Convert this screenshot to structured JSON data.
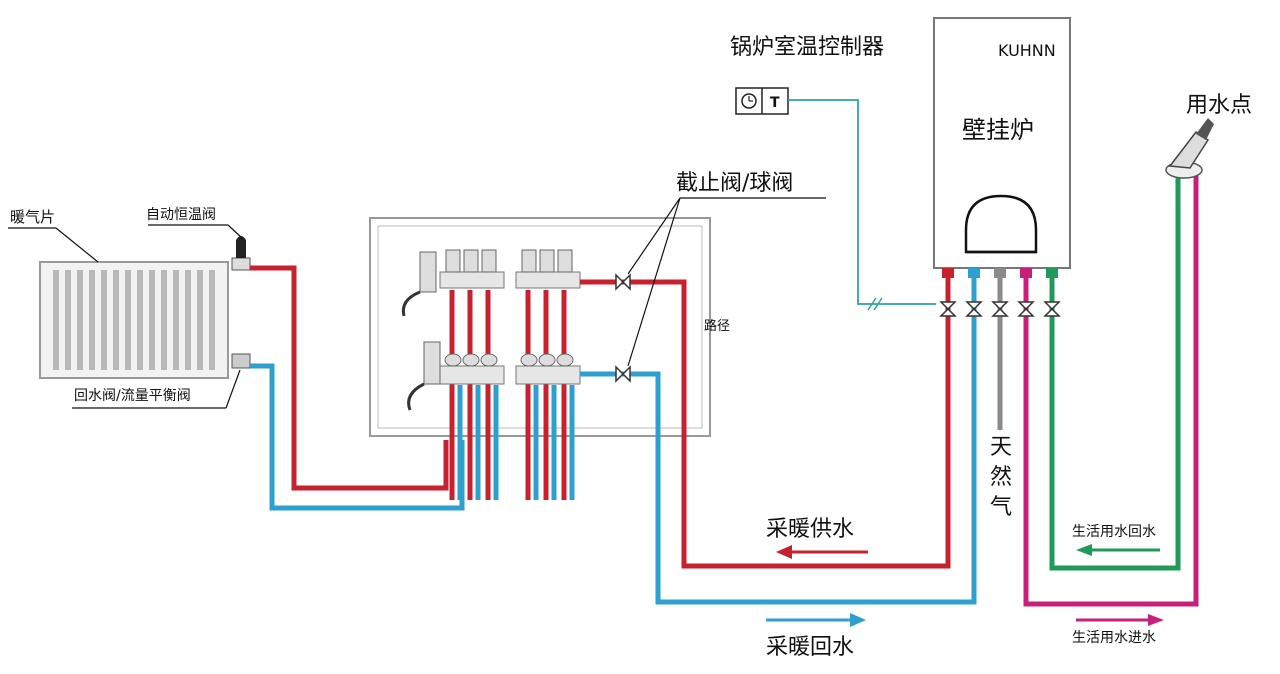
{
  "labels": {
    "radiator": "暖气片",
    "auto_valve": "自动恒温阀",
    "return_valve": "回水阀/流量平衡阀",
    "cutoff_valve": "截止阀/球阀",
    "controller": "锅炉室温控制器",
    "controller_symbol": "T",
    "brand": "KUHNN",
    "boiler": "壁挂炉",
    "water_point": "用水点",
    "gas_chars": [
      "天",
      "然",
      "气"
    ],
    "heating_supply": "采暖供水",
    "heating_return": "采暖回水",
    "domestic_return": "生活用水回水",
    "domestic_inlet": "生活用水进水",
    "pipe_diameter": "路径"
  },
  "colors": {
    "supply": "#c8202d",
    "return": "#2ea0d0",
    "gas": "#8a8a8a",
    "domestic_return": "#1f9a5a",
    "domestic_inlet": "#c8207a",
    "control_wire": "#2fa3a0"
  }
}
